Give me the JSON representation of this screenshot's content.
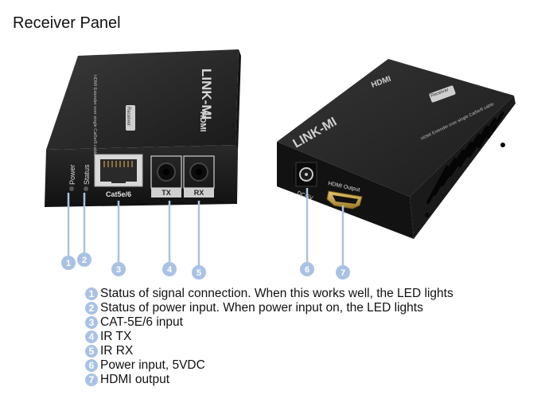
{
  "title": "Receiver Panel",
  "left_device": {
    "brand": "LINK-MI",
    "top_text": "HDMI Extender over single Cat5e/6 cable",
    "logo_text": "HDMI",
    "sticker": "Receiver",
    "port_labels": {
      "power": "Power",
      "status": "Status",
      "rj45": "Cat5e/6",
      "tx": "TX",
      "rx": "RX"
    }
  },
  "right_device": {
    "brand": "LINK-MI",
    "top_text": "HDMI Extender over single Cat5e/6 cable",
    "logo_text": "HDMI",
    "sticker": "Receiver",
    "port_labels": {
      "dc": "DC/5V",
      "hdmi": "HDMI Output"
    }
  },
  "callouts": [
    "1",
    "2",
    "3",
    "4",
    "5",
    "6",
    "7"
  ],
  "legend": [
    {
      "num": "1",
      "text": "Status of signal connection. When this works well, the LED lights"
    },
    {
      "num": "2",
      "text": "Status of power input. When power input on, the LED lights"
    },
    {
      "num": "3",
      "text": "CAT-5E/6 input"
    },
    {
      "num": "4",
      "text": "IR TX"
    },
    {
      "num": "5",
      "text": "IR RX"
    },
    {
      "num": "6",
      "text": "Power input, 5VDC"
    },
    {
      "num": "7",
      "text": "HDMI output"
    }
  ],
  "colors": {
    "callout": "#a9c2e4",
    "device_body": "#1f1f1f",
    "device_top": "#2c2c2c",
    "port_gold": "#c9a24a"
  }
}
